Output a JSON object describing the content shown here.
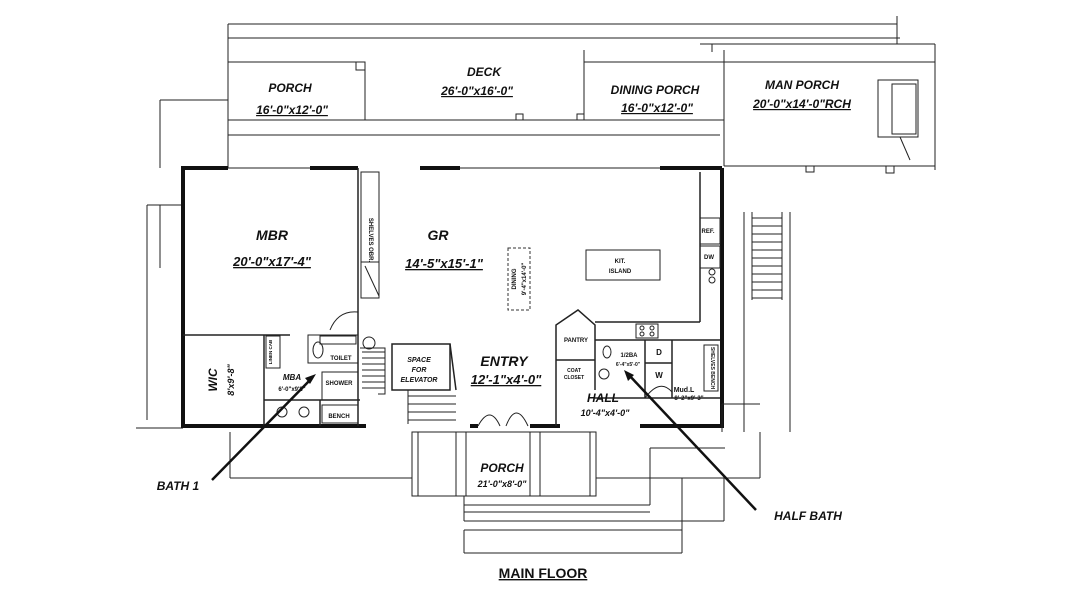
{
  "title": "MAIN FLOOR",
  "rooms": {
    "porch_left": {
      "name": "PORCH",
      "dim": "16'-0\"x12'-0\""
    },
    "deck": {
      "name": "DECK",
      "dim": "26'-0\"x16'-0\""
    },
    "dining_porch": {
      "name": "DINING PORCH",
      "dim": "16'-0\"x12'-0\""
    },
    "man_porch": {
      "name": "MAN PORCH",
      "dim": "20'-0\"x14'-0\"RCH"
    },
    "mbr": {
      "name": "MBR",
      "dim": "20'-0\"x17'-4\""
    },
    "gr": {
      "name": "GR",
      "dim": "14'-5\"x15'-1\""
    },
    "dining": {
      "name": "DINING",
      "dim": "9'-4\"x14'-0\""
    },
    "kit_island": {
      "line1": "KIT.",
      "line2": "ISLAND"
    },
    "ref": "REF.",
    "dw": "DW",
    "shelves_gr": "SHELVES OBR.",
    "pantry": "PANTRY",
    "coat_closet": {
      "line1": "COAT",
      "line2": "CLOSET"
    },
    "half_bath_room": {
      "name": "1/2BA",
      "dim": "6'-4\"x5'-0\""
    },
    "washer": "W",
    "dryer": "D",
    "mudl": {
      "name": "Mud.L",
      "dim": "8'-2\"x9'-3\""
    },
    "shelves_bench": "SHELVES BENCH",
    "hall": {
      "name": "HALL",
      "dim": "10'-4\"x4'-0\""
    },
    "entry": {
      "name": "ENTRY",
      "dim": "12'-1\"x4'-0\""
    },
    "elevator": {
      "line1": "SPACE",
      "line2": "FOR",
      "line3": "ELEVATOR"
    },
    "wic": {
      "name": "WIC",
      "dim": "8'x9'-8\""
    },
    "linen_cab": "LINEN CAB",
    "toilet": "TOILET",
    "mba": {
      "name": "MBA",
      "dim": "6'-0\"x9'8\""
    },
    "shower": "SHOWER",
    "bench": "BENCH",
    "porch_front": {
      "name": "PORCH",
      "dim": "21'-0\"x8'-0\""
    }
  },
  "callouts": {
    "bath1": "BATH 1",
    "half_bath": "HALF BATH"
  }
}
